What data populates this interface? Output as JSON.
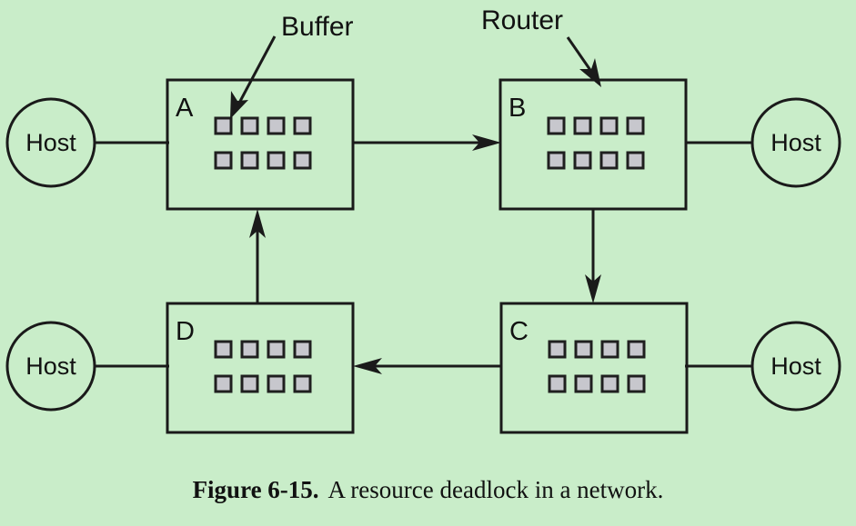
{
  "figure": {
    "background_color": "#c9edc9",
    "line_color": "#1a1a1a",
    "buffer_fill_color": "#c7c7cd",
    "caption_number": "Figure 6-15.",
    "caption_text": "A resource deadlock in a network."
  },
  "callouts": [
    {
      "id": "buffer",
      "label": "Buffer"
    },
    {
      "id": "router",
      "label": "Router"
    }
  ],
  "routers": [
    {
      "id": "A",
      "label": "A",
      "buffer_rows": 2,
      "buffer_cols": 4
    },
    {
      "id": "B",
      "label": "B",
      "buffer_rows": 2,
      "buffer_cols": 4
    },
    {
      "id": "C",
      "label": "C",
      "buffer_rows": 2,
      "buffer_cols": 4
    },
    {
      "id": "D",
      "label": "D",
      "buffer_rows": 2,
      "buffer_cols": 4
    }
  ],
  "hosts": [
    {
      "id": "host-a",
      "label": "Host",
      "attached_to": "A"
    },
    {
      "id": "host-b",
      "label": "Host",
      "attached_to": "B"
    },
    {
      "id": "host-c",
      "label": "Host",
      "attached_to": "C"
    },
    {
      "id": "host-d",
      "label": "Host",
      "attached_to": "D"
    }
  ],
  "links": [
    {
      "id": "host-a-to-A",
      "from": "host-a",
      "to": "A",
      "directed": false
    },
    {
      "id": "host-b-to-B",
      "from": "B",
      "to": "host-b",
      "directed": false
    },
    {
      "id": "host-c-to-C",
      "from": "C",
      "to": "host-c",
      "directed": false
    },
    {
      "id": "host-d-to-D",
      "from": "host-d",
      "to": "D",
      "directed": false
    },
    {
      "id": "A-to-B",
      "from": "A",
      "to": "B",
      "directed": true
    },
    {
      "id": "B-to-C",
      "from": "B",
      "to": "C",
      "directed": true
    },
    {
      "id": "C-to-D",
      "from": "C",
      "to": "D",
      "directed": true
    },
    {
      "id": "D-to-A",
      "from": "D",
      "to": "A",
      "directed": true
    }
  ]
}
